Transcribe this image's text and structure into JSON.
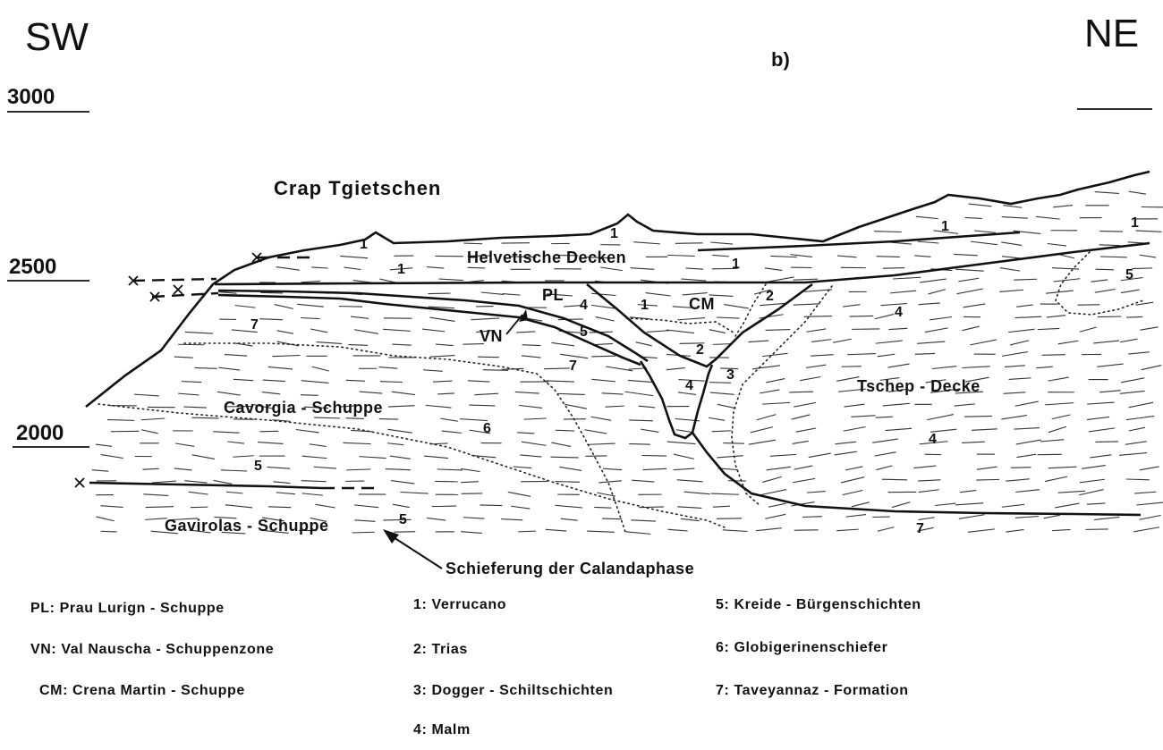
{
  "figure": {
    "direction_left": "SW",
    "direction_right": "NE",
    "panel_label": "b)",
    "elevations": [
      "3000",
      "2500",
      "2000"
    ],
    "title": "Crap Tgietschen",
    "units": {
      "helvetische": "Helvetische Decken",
      "pl": "PL",
      "vn": "VN",
      "cm": "CM",
      "tschep": "Tschep - Decke",
      "cavorgia": "Cavorgia - Schuppe",
      "gavirolas": "Gavirolas - Schuppe",
      "schieferung": "Schieferung der Calandaphase"
    },
    "numbers": {
      "n1": "1",
      "n2": "2",
      "n3": "3",
      "n4": "4",
      "n5": "5",
      "n6": "6",
      "n7": "7"
    }
  },
  "legend": {
    "pl": "PL: Prau Lurign - Schuppe",
    "vn": "VN: Val Nauscha - Schuppenzone",
    "cm": "CM: Crena Martin - Schuppe",
    "l1": "1: Verrucano",
    "l2": "2: Trias",
    "l3": "3: Dogger - Schiltschichten",
    "l4": "4: Malm",
    "l5": "5: Kreide - Bürgenschichten",
    "l6": "6: Globigerinenschiefer",
    "l7": "7: Taveyannaz - Formation"
  }
}
